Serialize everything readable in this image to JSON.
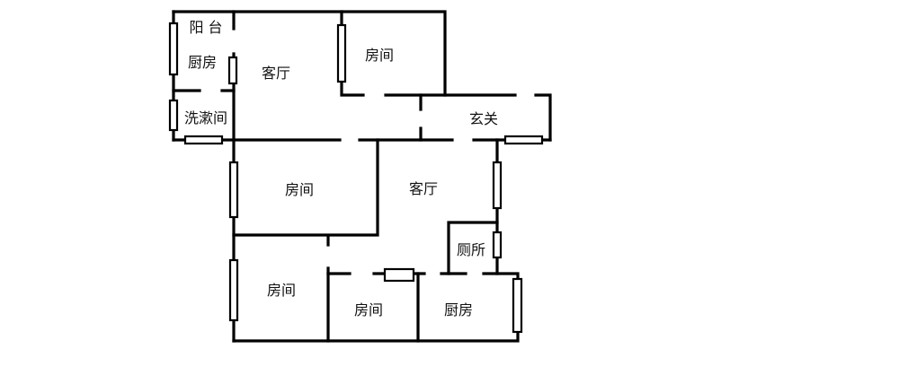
{
  "floor_plan": {
    "rooms": {
      "balcony": "阳 台",
      "kitchen_top": "厨房",
      "living_top": "客厅",
      "bedroom_top": "房间",
      "washroom": "洗漱间",
      "foyer": "玄关",
      "bedroom_mid": "房间",
      "living_main": "客厅",
      "toilet": "厕所",
      "bedroom_bottom_left": "房间",
      "bedroom_bottom_mid": "房间",
      "kitchen_bottom": "厨房"
    }
  }
}
